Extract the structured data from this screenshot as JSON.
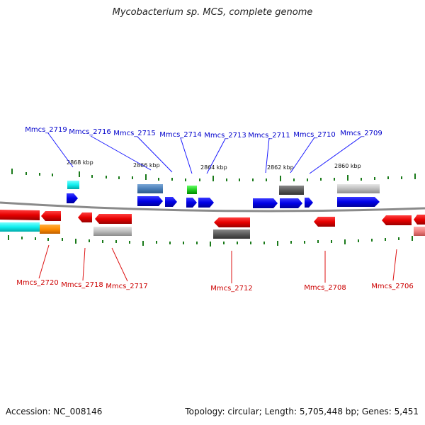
{
  "title": "Mycobacterium sp. MCS, complete genome",
  "footer": {
    "accession": "Accession: NC_008146",
    "topology": "Topology: circular; Length: 5,705,448 bp; Genes: 5,451"
  },
  "colors": {
    "upper_label": "#0000cc",
    "lower_label": "#cc0000",
    "forward_gene": "#0000ee",
    "reverse_gene": "#ee0000",
    "tick": "#1a7a1a",
    "backbone": "#8a8a8a"
  },
  "ticks": [
    {
      "label": "2868 kbp"
    },
    {
      "label": "2866 kbp"
    },
    {
      "label": "2864 kbp"
    },
    {
      "label": "2862 kbp"
    },
    {
      "label": "2860 kbp"
    }
  ],
  "forward_genes": [
    {
      "name": "Mmcs_2719"
    },
    {
      "name": "Mmcs_2716"
    },
    {
      "name": "Mmcs_2715"
    },
    {
      "name": "Mmcs_2714"
    },
    {
      "name": "Mmcs_2713"
    },
    {
      "name": "Mmcs_2711"
    },
    {
      "name": "Mmcs_2710"
    },
    {
      "name": "Mmcs_2709"
    }
  ],
  "reverse_genes": [
    {
      "name": "Mmcs_2720"
    },
    {
      "name": "Mmcs_2718"
    },
    {
      "name": "Mmcs_2717"
    },
    {
      "name": "Mmcs_2712"
    },
    {
      "name": "Mmcs_2708"
    },
    {
      "name": "Mmcs_2706"
    }
  ]
}
